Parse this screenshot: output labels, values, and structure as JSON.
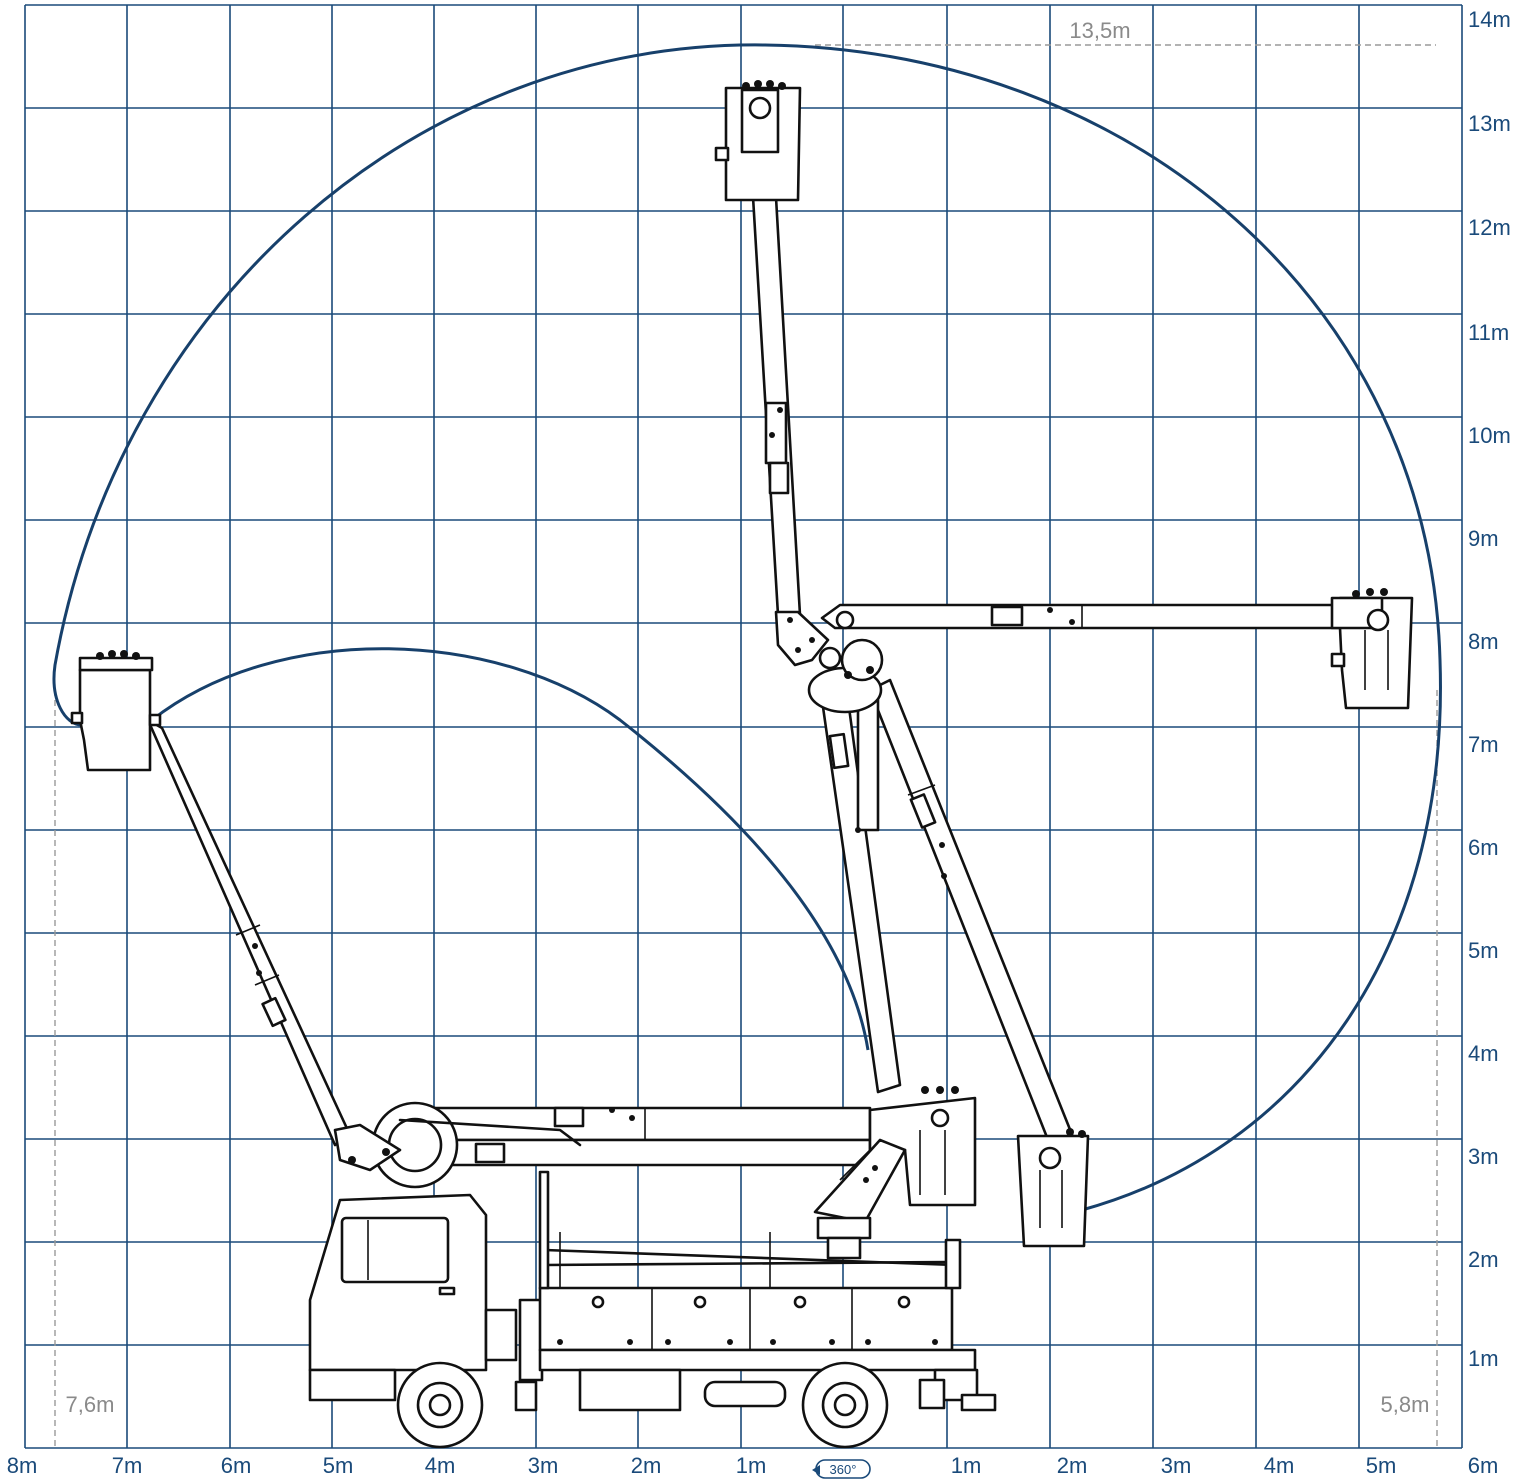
{
  "axes": {
    "x_left_labels": [
      "8m",
      "7m",
      "6m",
      "5m",
      "4m",
      "3m",
      "2m",
      "1m"
    ],
    "x_right_labels": [
      "1m",
      "2m",
      "3m",
      "4m",
      "5m",
      "6m"
    ],
    "y_labels": [
      "1m",
      "2m",
      "3m",
      "4m",
      "5m",
      "6m",
      "7m",
      "8m",
      "9m",
      "10m",
      "11m",
      "12m",
      "13m",
      "14m"
    ]
  },
  "annotations": {
    "max_height": "13,5m",
    "left_reach": "7,6m",
    "right_reach": "5,8m",
    "rotation": "360°"
  },
  "colors": {
    "grid": "#1a4a7a",
    "envelope": "#17406b",
    "equipment": "#111111",
    "dimension_lines": "#9a9a9a"
  }
}
